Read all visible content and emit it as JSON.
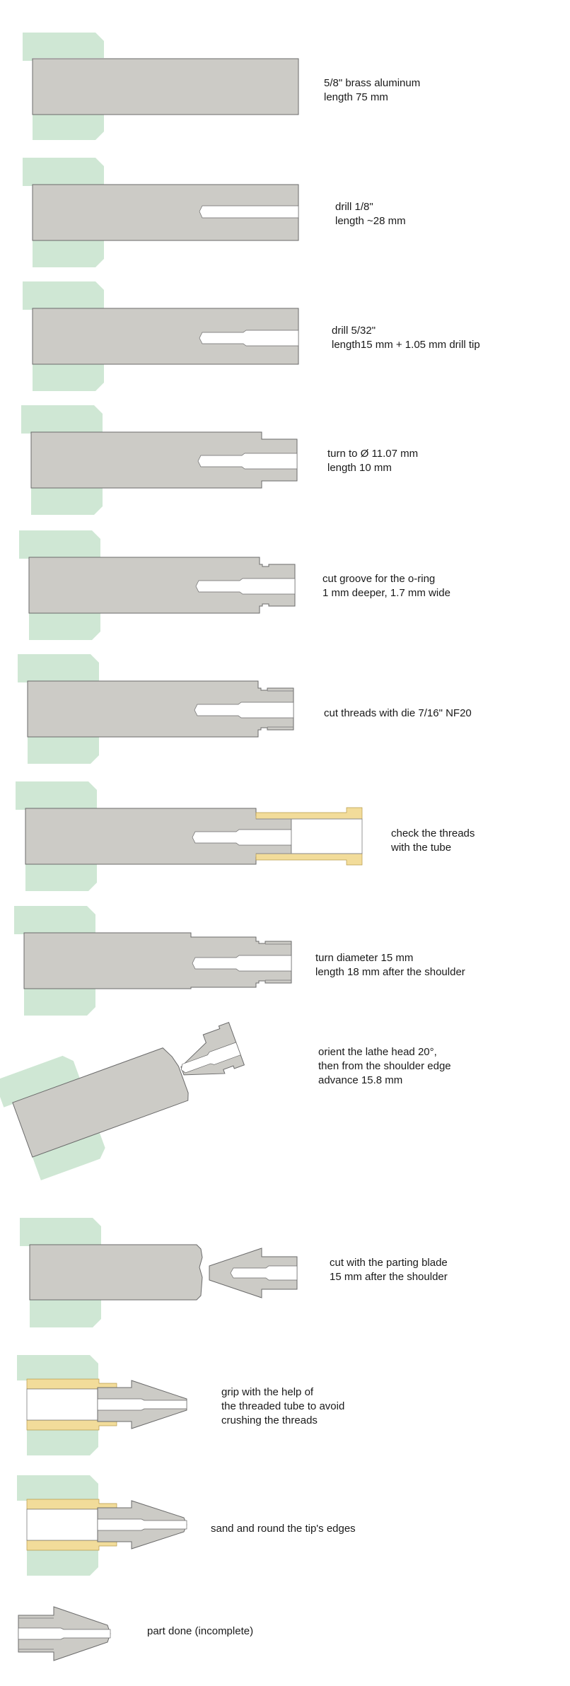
{
  "colors": {
    "chuck": "#cfe7d4",
    "stock": "#cccbc6",
    "stock_stroke": "#6b6b6b",
    "bore": "#ffffff",
    "tube": "#f2dc9a",
    "text": "#1a1a1a"
  },
  "steps": [
    {
      "lines": [
        "5/8\" brass aluminum",
        "length 75 mm"
      ]
    },
    {
      "lines": [
        "drill  1/8\"",
        "length ~28 mm"
      ]
    },
    {
      "lines": [
        "drill  5/32\"",
        "length15 mm + 1.05 mm drill tip"
      ]
    },
    {
      "lines": [
        "turn to Ø 11.07 mm",
        "length 10 mm"
      ]
    },
    {
      "lines": [
        "cut groove for the o-ring",
        "1 mm deeper, 1.7 mm wide"
      ]
    },
    {
      "lines": [
        "cut threads with die 7/16\" NF20"
      ]
    },
    {
      "lines": [
        "check the threads",
        "with the tube"
      ]
    },
    {
      "lines": [
        "turn diameter  15 mm",
        "length 18 mm after the shoulder"
      ]
    },
    {
      "lines": [
        "orient the lathe head 20°,",
        "then from the shoulder edge",
        "advance 15.8 mm"
      ]
    },
    {
      "lines": [
        "cut with the parting blade",
        "15 mm after the shoulder"
      ]
    },
    {
      "lines": [
        "grip with the help of",
        "the threaded tube to avoid",
        "crushing the threads"
      ]
    },
    {
      "lines": [
        "sand and round the tip's edges"
      ]
    },
    {
      "lines": [
        "part done   (incomplete)"
      ]
    }
  ]
}
